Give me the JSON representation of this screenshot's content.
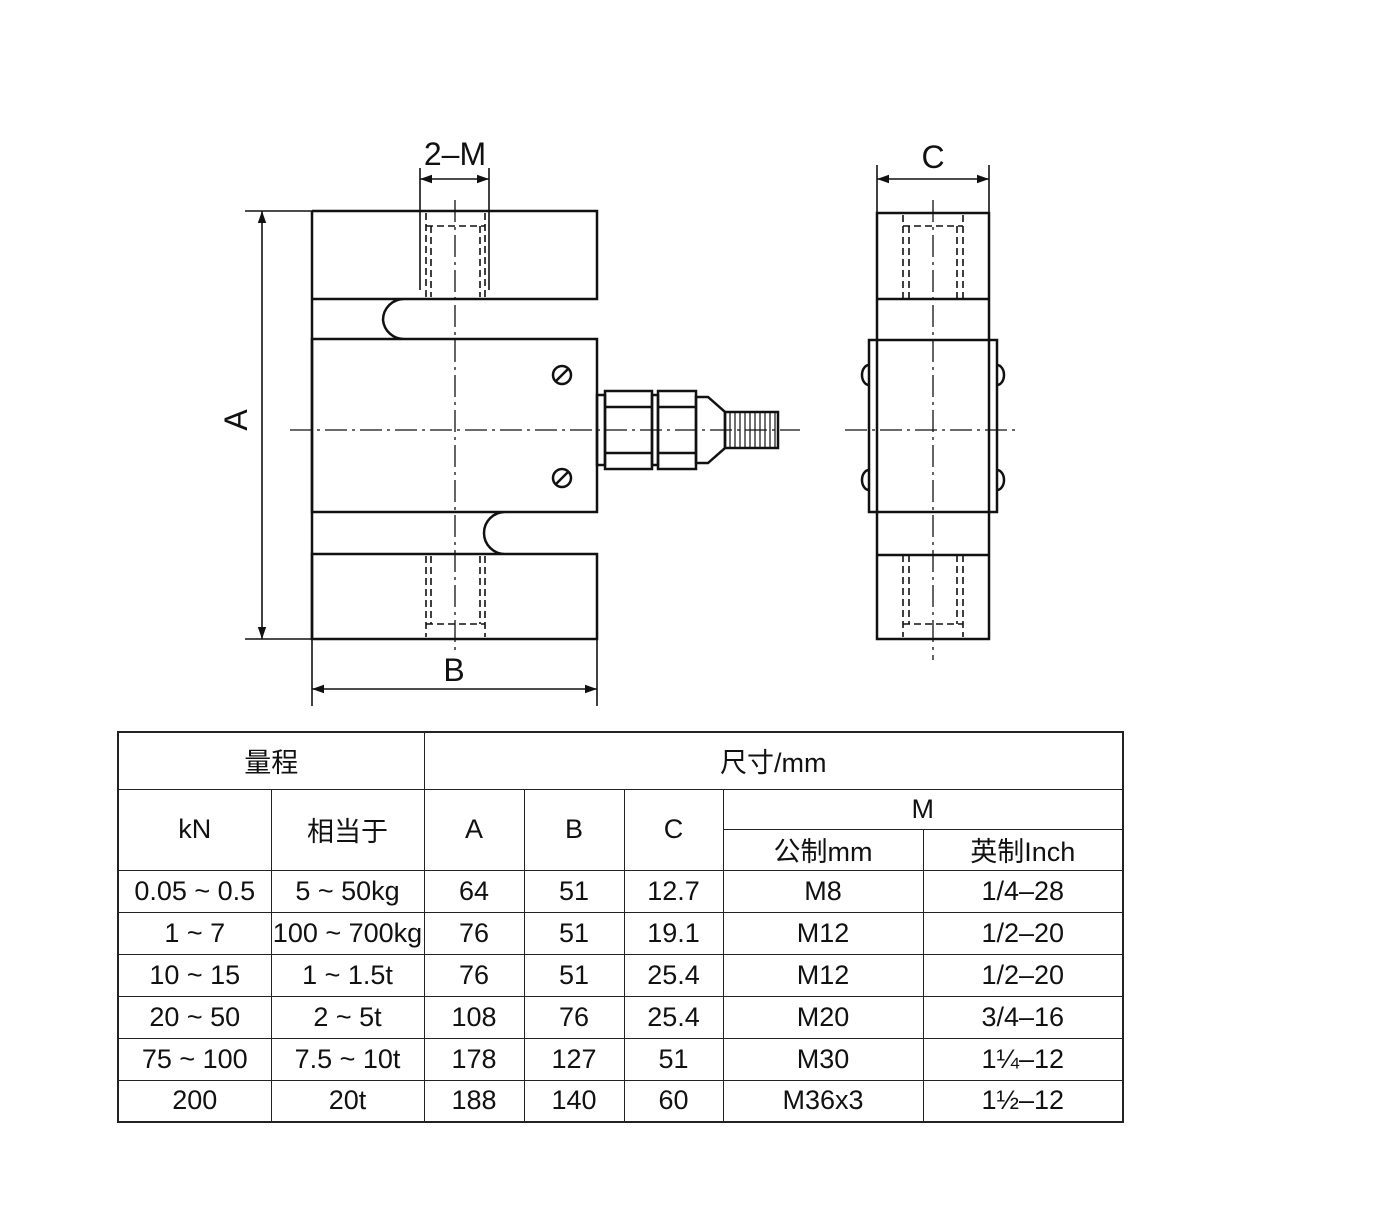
{
  "drawing": {
    "labels": {
      "thread": "2–M",
      "height": "A",
      "width": "B",
      "thickness": "C"
    }
  },
  "table": {
    "header": {
      "range": "量程",
      "dims": "尺寸/mm",
      "kn": "kN",
      "equiv": "相当于",
      "a": "A",
      "b": "B",
      "c": "C",
      "m": "M",
      "metric": "公制mm",
      "imperial": "英制Inch"
    },
    "rows": [
      {
        "kn": "0.05 ~ 0.5",
        "equiv": "5 ~ 50kg",
        "a": "64",
        "b": "51",
        "c": "12.7",
        "metric": "M8",
        "imperial": "1/4–28"
      },
      {
        "kn": "1 ~ 7",
        "equiv": "100 ~ 700kg",
        "a": "76",
        "b": "51",
        "c": "19.1",
        "metric": "M12",
        "imperial": "1/2–20"
      },
      {
        "kn": "10 ~ 15",
        "equiv": "1 ~ 1.5t",
        "a": "76",
        "b": "51",
        "c": "25.4",
        "metric": "M12",
        "imperial": "1/2–20"
      },
      {
        "kn": "20 ~ 50",
        "equiv": "2 ~ 5t",
        "a": "108",
        "b": "76",
        "c": "25.4",
        "metric": "M20",
        "imperial": "3/4–16"
      },
      {
        "kn": "75 ~ 100",
        "equiv": "7.5 ~ 10t",
        "a": "178",
        "b": "127",
        "c": "51",
        "metric": "M30",
        "imperial": "1¼–12"
      },
      {
        "kn": "200",
        "equiv": "20t",
        "a": "188",
        "b": "140",
        "c": "60",
        "metric": "M36x3",
        "imperial": "1½–12"
      }
    ]
  }
}
